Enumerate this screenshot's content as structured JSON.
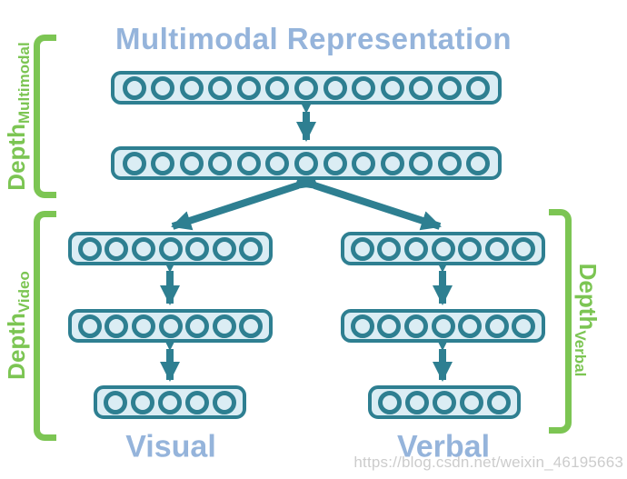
{
  "title": "Multimodal Representation",
  "watermark": "https://blog.csdn.net/weixin_46195663",
  "branches": {
    "visual": {
      "label": "Visual"
    },
    "verbal": {
      "label": "Verbal"
    }
  },
  "depth_labels": {
    "multimodal": {
      "base": "Depth",
      "subscript": "Multimodal"
    },
    "video": {
      "base": "Depth",
      "subscript": "Video"
    },
    "verbal": {
      "base": "Depth",
      "subscript": "Verbal"
    }
  },
  "layers": {
    "multimodal": [
      {
        "units": 13
      },
      {
        "units": 13
      }
    ],
    "visual": [
      {
        "units": 7
      },
      {
        "units": 7
      },
      {
        "units": 5
      }
    ],
    "verbal": [
      {
        "units": 7
      },
      {
        "units": 7
      },
      {
        "units": 5
      }
    ]
  },
  "colors": {
    "teal": "#2E7F91",
    "layer_fill": "#DBEDF4",
    "green": "#7CC553",
    "heading_blue": "#95B4DB",
    "watermark_gray": "#CCCCCC"
  }
}
